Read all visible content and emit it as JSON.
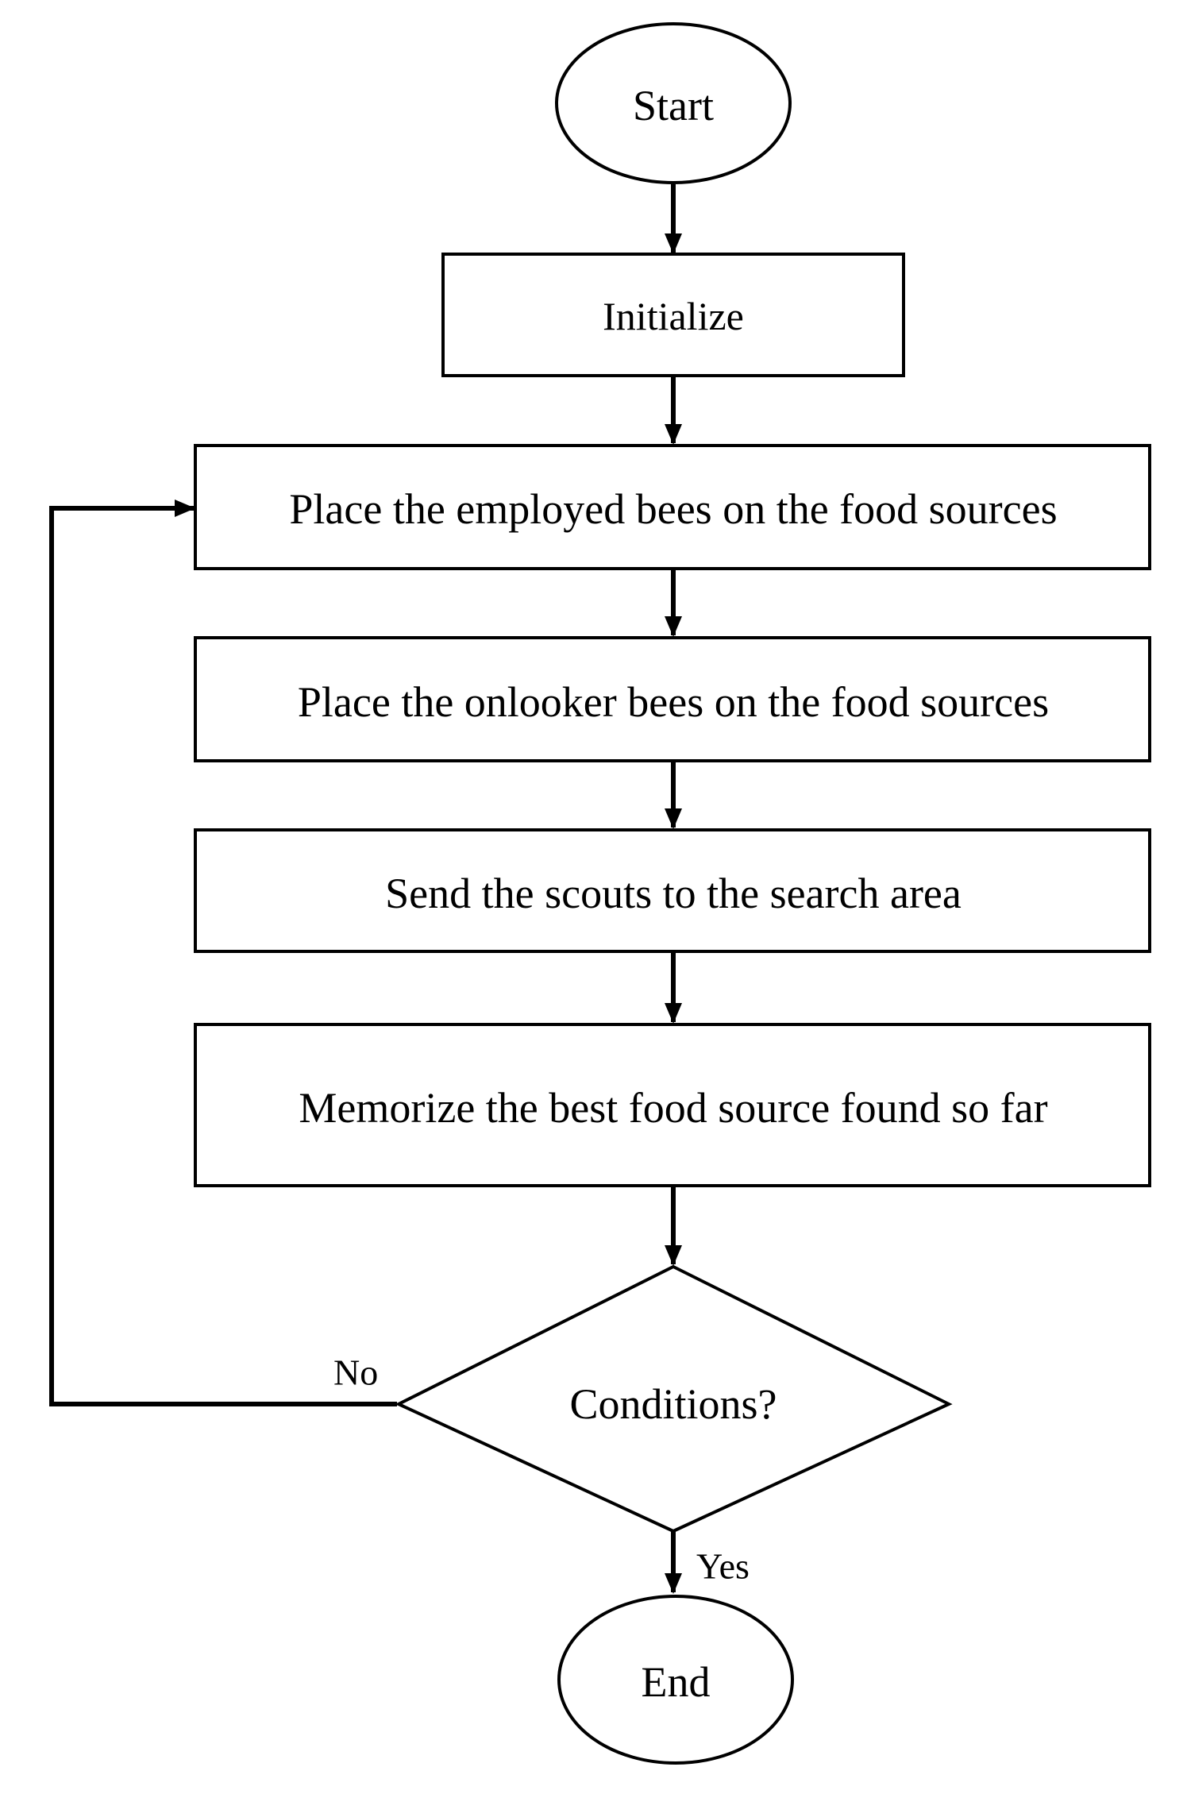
{
  "nodes": {
    "start": "Start",
    "initialize": "Initialize",
    "employed": "Place the employed bees on the food sources",
    "onlooker": "Place the onlooker bees on the food sources",
    "scouts": "Send the scouts to the search area",
    "memorize": "Memorize the best food source found so far",
    "conditions": "Conditions?",
    "end": "End"
  },
  "edges": {
    "no": "No",
    "yes": "Yes"
  }
}
